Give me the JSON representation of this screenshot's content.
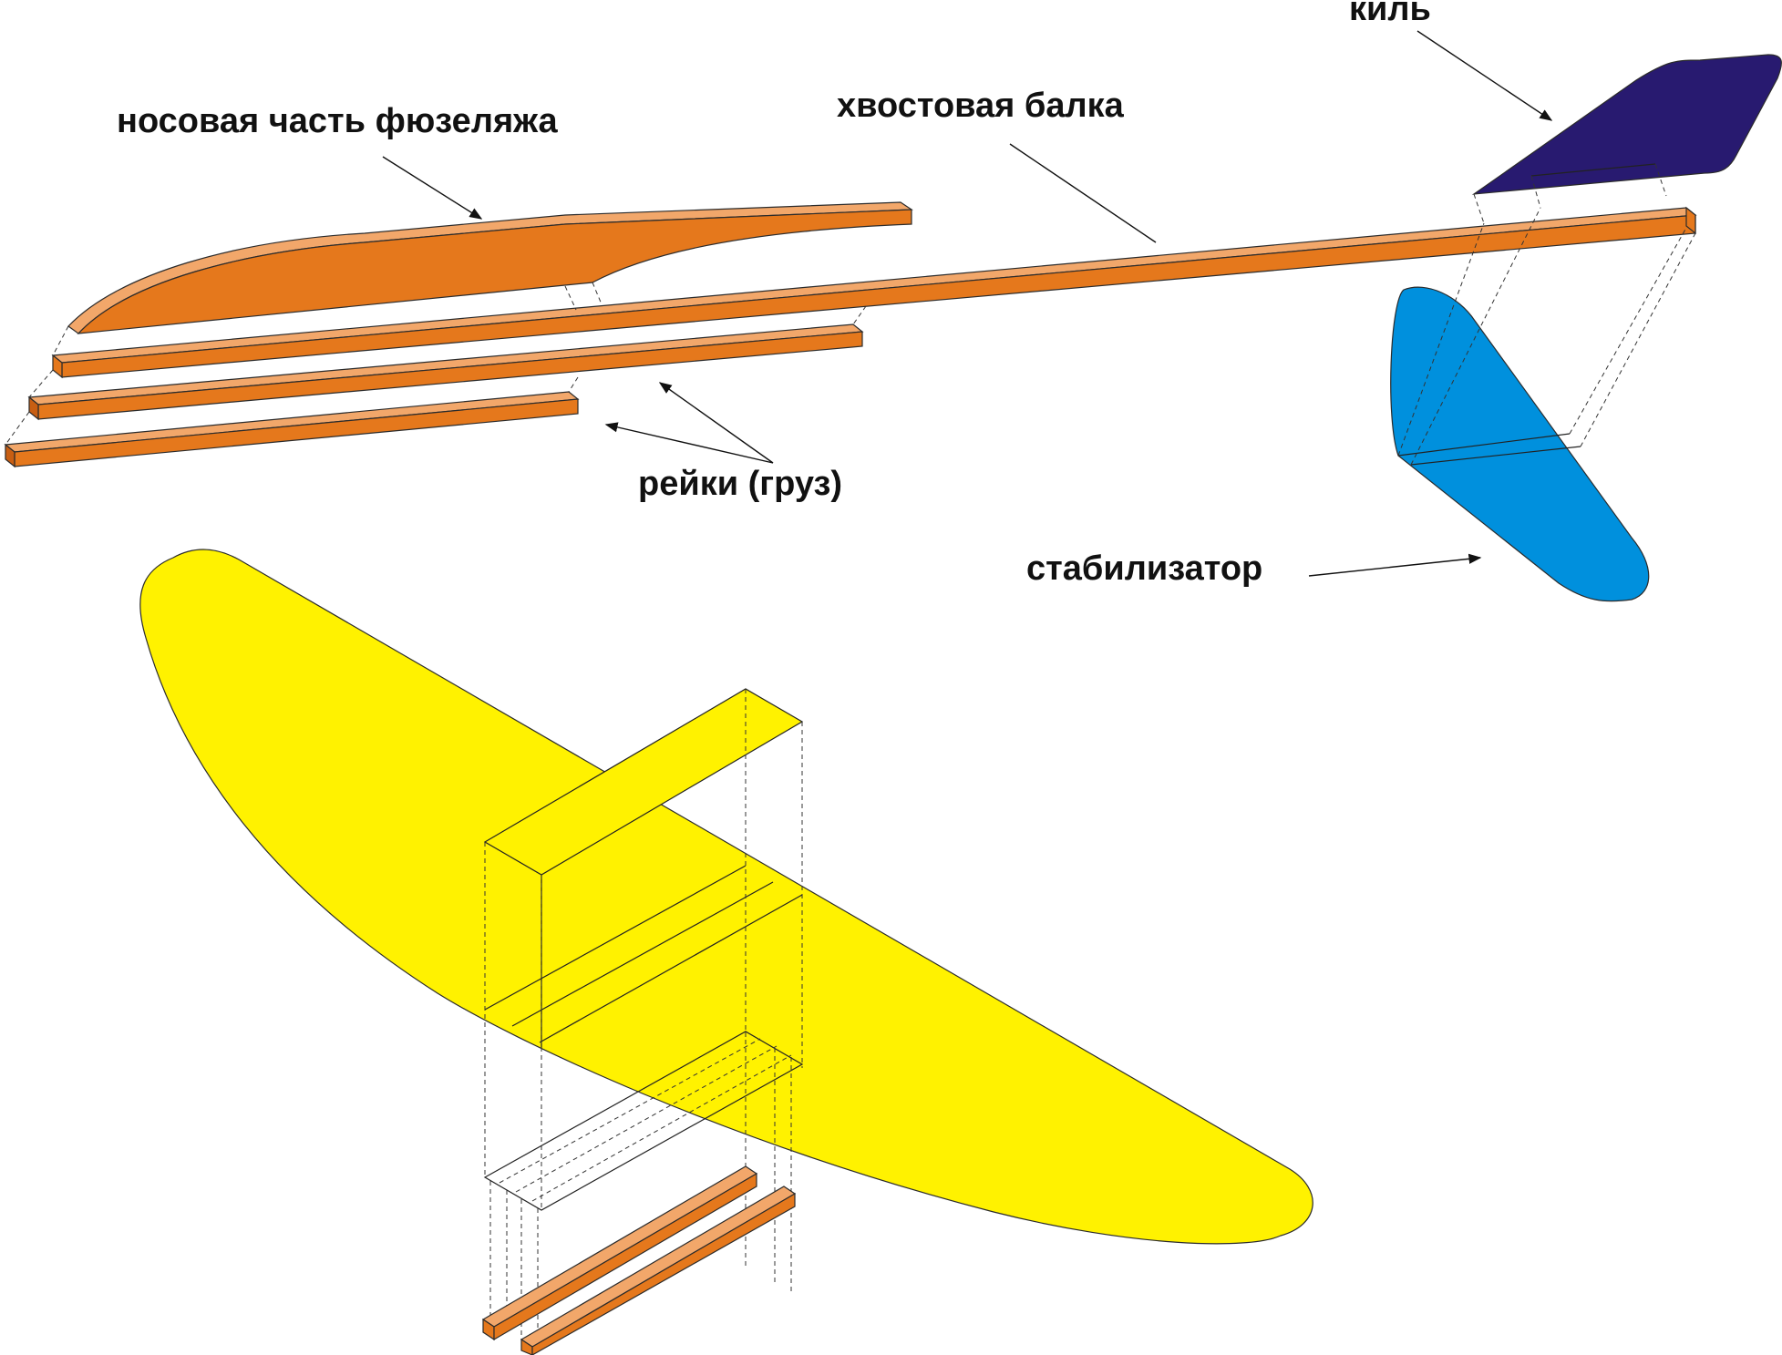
{
  "diagram": {
    "labels": {
      "nose": "носовая часть фюзеляжа",
      "boom": "хвостовая балка",
      "fin": "киль",
      "rails": "рейки (груз)",
      "stabilizer": "стабилизатор"
    },
    "colors": {
      "wood_light": "#f2a76a",
      "wood_dark": "#e5781c",
      "fin": "#281a70",
      "stabilizer": "#0090dd",
      "wing": "#fff200",
      "outline": "#2b2b2b",
      "background": "#ffffff"
    }
  }
}
